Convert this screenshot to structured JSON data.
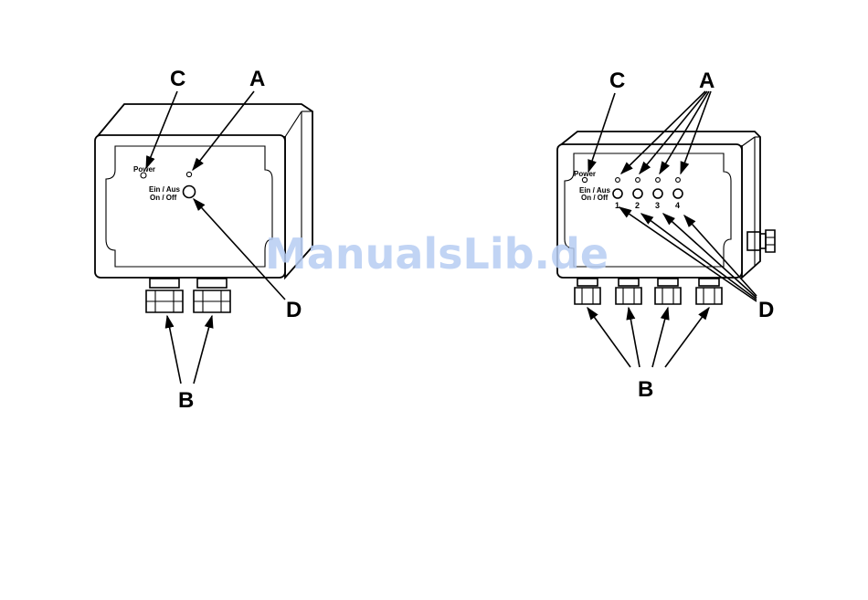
{
  "watermark": "ManualsLib.de",
  "left_unit": {
    "label_c": "C",
    "label_a": "A",
    "label_b": "B",
    "label_d": "D",
    "power_label": "Power",
    "switch_label_de": "Ein / Aus",
    "switch_label_en": "On / Off"
  },
  "right_unit": {
    "label_c": "C",
    "label_a": "A",
    "label_b": "B",
    "label_d": "D",
    "power_label": "Power",
    "switch_label_de": "Ein / Aus",
    "switch_label_en": "On / Off",
    "channel_numbers": [
      "1",
      "2",
      "3",
      "4"
    ]
  }
}
